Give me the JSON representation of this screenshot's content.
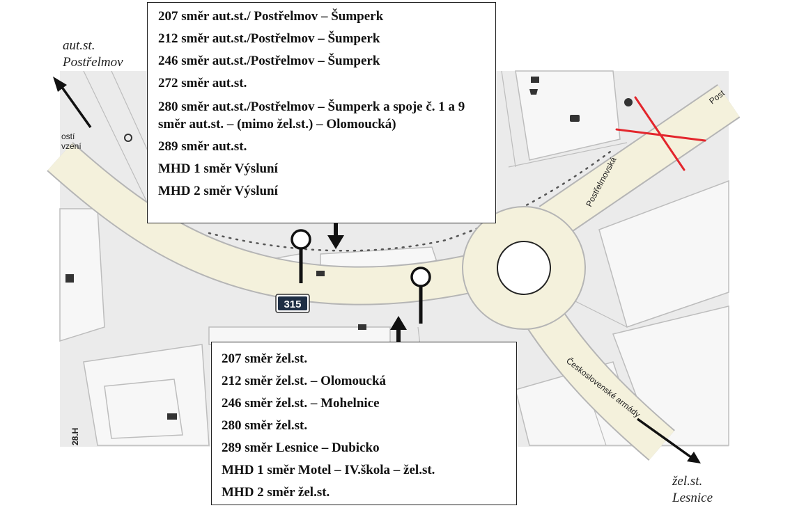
{
  "map": {
    "road_number": "315",
    "street_postrelmovska": "Postřelmovská",
    "street_ceskoslovenske": "Československé armády",
    "street_postr_short": "Post",
    "side_text_1": "ostí",
    "side_text_2": "vzení",
    "house_number": "28.H",
    "colors": {
      "road": "#f4f1dc",
      "ground": "#ebebeb",
      "outline": "#b8b8b8",
      "cross": "#e3262c"
    }
  },
  "top_box": {
    "lines": [
      "207 směr aut.st./ Postřelmov – Šumperk",
      "212 směr aut.st./Postřelmov – Šumperk",
      "246 směr aut.st./Postřelmov – Šumperk",
      "272 směr aut.st.",
      "280 směr aut.st./Postřelmov – Šumperk a spoje č. 1 a 9 směr aut.st. – (mimo žel.st.) – Olomoucká)",
      "289 směr aut.st.",
      "MHD 1 směr Výsluní",
      "MHD 2 směr Výsluní"
    ]
  },
  "bottom_box": {
    "lines": [
      "207 směr žel.st.",
      "212 směr žel.st. – Olomoucká",
      "246 směr žel.st. – Mohelnice",
      "280 směr žel.st.",
      "289 směr Lesnice – Dubicko",
      "MHD 1 směr Motel – IV.škola – žel.st.",
      "MHD 2 směr žel.st."
    ]
  },
  "direction_labels": {
    "top_left": {
      "line1": "aut.st.",
      "line2": "Postřelmov"
    },
    "bottom_right": {
      "line1": "žel.st.",
      "line2": "Lesnice"
    }
  }
}
